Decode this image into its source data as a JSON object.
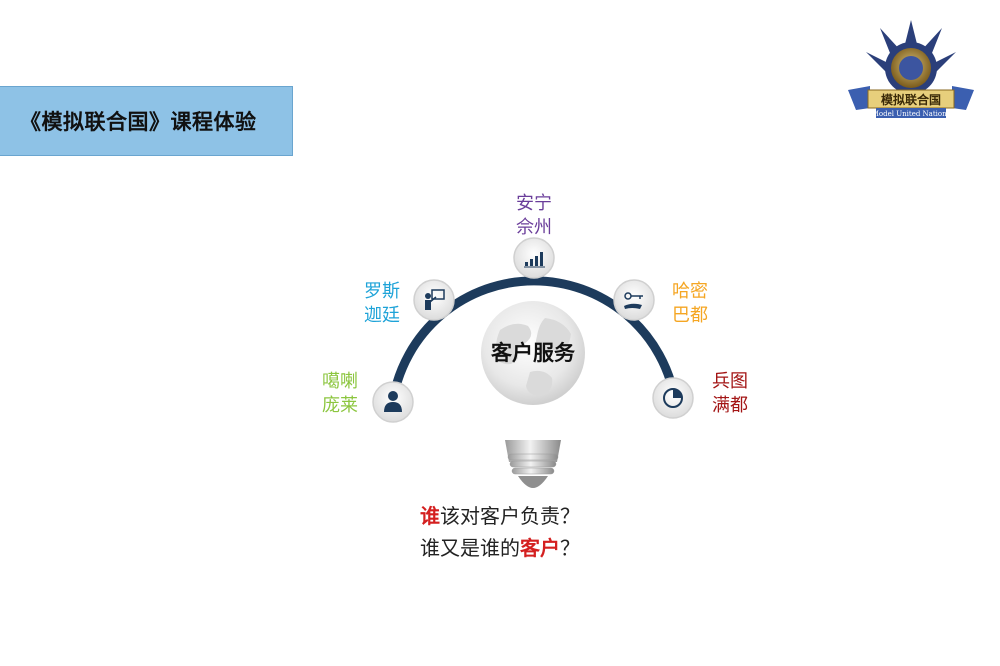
{
  "header": {
    "title": "《模拟联合国》课程体验"
  },
  "logo": {
    "icon": "model-un-emblem-icon",
    "banner_text": "模拟联合国",
    "sub_text": "Model United Nations"
  },
  "diagram": {
    "center_label": "客户服务",
    "nodes": [
      {
        "id": "left-bottom",
        "line1": "噶喇",
        "line2": "庞莱",
        "color": "#8cc63f",
        "icon": "person-icon"
      },
      {
        "id": "left-mid",
        "line1": "罗斯",
        "line2": "迦廷",
        "color": "#1ea3d8",
        "icon": "presenter-icon"
      },
      {
        "id": "top",
        "line1": "安宁",
        "line2": "佘州",
        "color": "#6a3d9a",
        "icon": "bar-chart-icon"
      },
      {
        "id": "right-mid",
        "line1": "哈密",
        "line2": "巴都",
        "color": "#f5a623",
        "icon": "handshake-icon"
      },
      {
        "id": "right-bottom",
        "line1": "兵图",
        "line2": "满都",
        "color": "#a31515",
        "icon": "pie-chart-icon"
      }
    ]
  },
  "question": {
    "line1_accent": "谁",
    "line1_rest": "该对客户负责？",
    "line2_start": "谁又是谁的",
    "line2_accent": "客户",
    "line2_end": "？"
  },
  "colors": {
    "arc": "#1d3b5c",
    "banner": "#8ec2e6",
    "accent": "#d42020"
  }
}
